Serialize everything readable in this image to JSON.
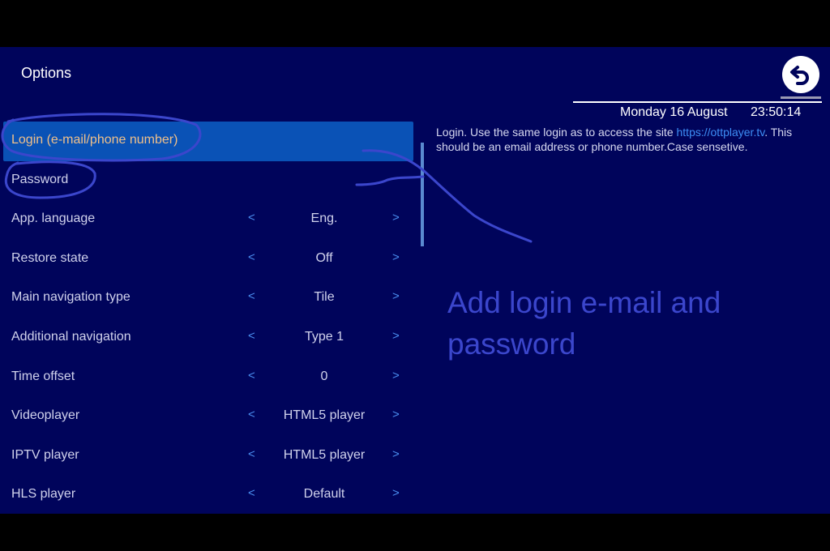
{
  "header": {
    "title": "Options",
    "date": "Monday 16 August",
    "time": "23:50:14"
  },
  "menu": {
    "items": [
      {
        "label": "Login (e-mail/phone number)",
        "value": "",
        "selected": true
      },
      {
        "label": "Password",
        "value": ""
      },
      {
        "label": "App. language",
        "value": "Eng."
      },
      {
        "label": "Restore state",
        "value": "Off"
      },
      {
        "label": "Main navigation type",
        "value": "Tile"
      },
      {
        "label": "Additional navigation",
        "value": "Type 1"
      },
      {
        "label": "Time offset",
        "value": "0"
      },
      {
        "label": "Videoplayer",
        "value": "HTML5 player"
      },
      {
        "label": "IPTV player",
        "value": "HTML5 player"
      },
      {
        "label": "HLS player",
        "value": "Default"
      }
    ],
    "prev_symbol": "<",
    "next_symbol": ">"
  },
  "description": {
    "before_link": "Login. Use the same login as to access the site ",
    "link_text": "https://ottplayer.tv",
    "after_link": ". This should be an email address or phone number.Case sensetive."
  },
  "annotation": {
    "line1": "Add login e-mail and",
    "line2": "password"
  },
  "colors": {
    "background": "#00045b",
    "selected_row": "#0a52b6",
    "selected_text": "#f0c08a",
    "arrow": "#4a8ef0",
    "link": "#3d8ef5",
    "annotation_ink": "#3b46cc"
  },
  "icons": {
    "back": "back-arrow-icon"
  }
}
